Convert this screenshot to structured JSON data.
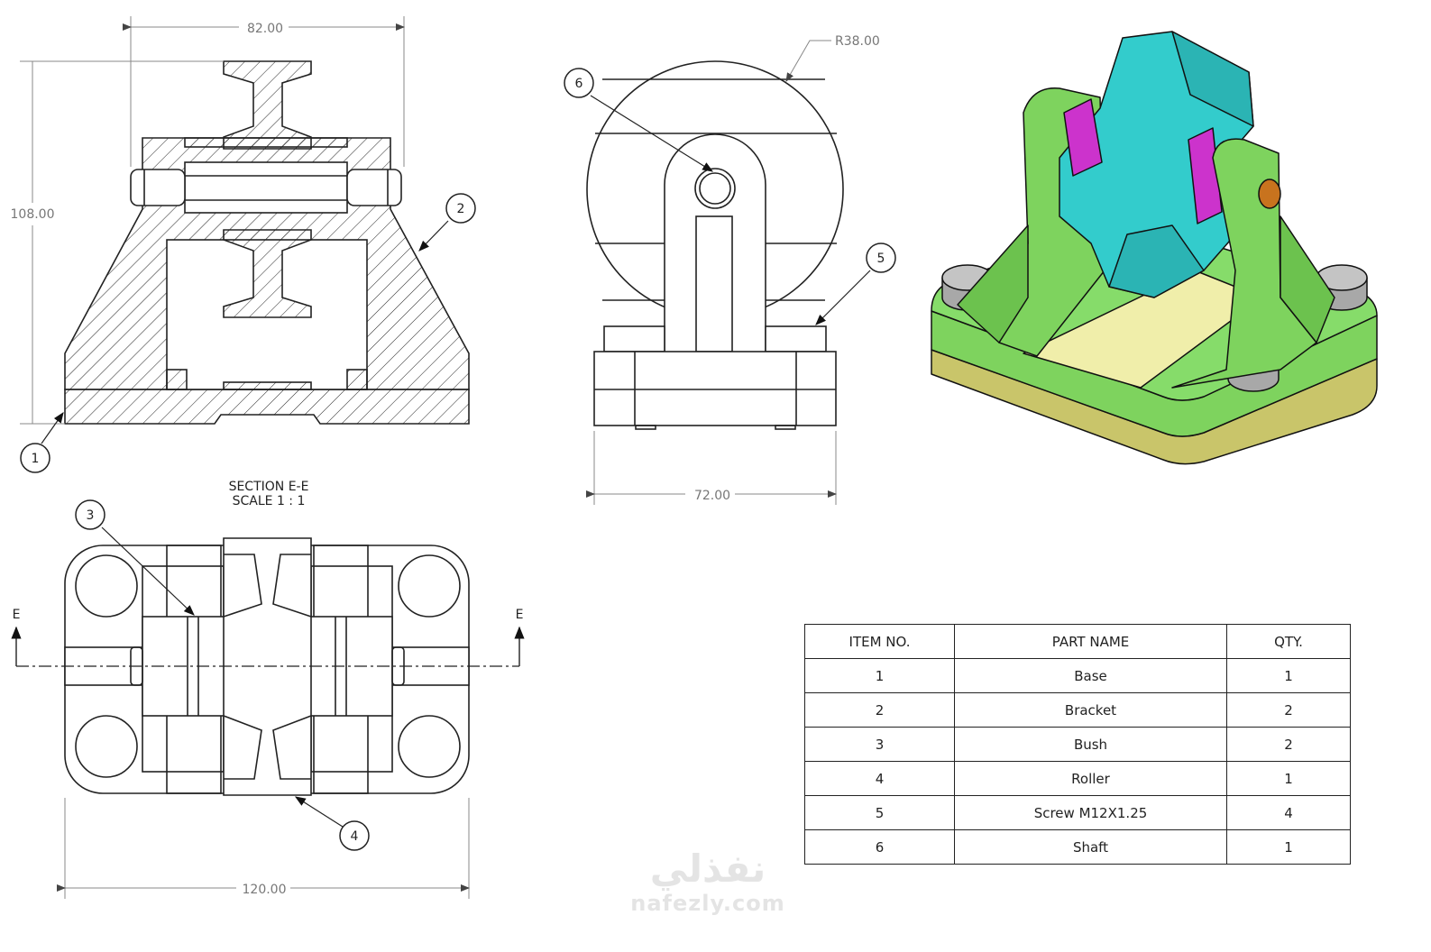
{
  "dimensions": {
    "top_width": "82.00",
    "height": "108.00",
    "radius": "R38.00",
    "side_width": "72.00",
    "plan_width": "120.00"
  },
  "section": {
    "title": "SECTION E-E",
    "scale": "SCALE 1 : 1",
    "cut_label_left": "E",
    "cut_label_right": "E"
  },
  "callouts": [
    "1",
    "2",
    "3",
    "4",
    "5",
    "6"
  ],
  "bom": {
    "headers": [
      "ITEM NO.",
      "PART NAME",
      "QTY."
    ],
    "rows": [
      {
        "item": "1",
        "name": "Base",
        "qty": "1"
      },
      {
        "item": "2",
        "name": "Bracket",
        "qty": "2"
      },
      {
        "item": "3",
        "name": "Bush",
        "qty": "2"
      },
      {
        "item": "4",
        "name": "Roller",
        "qty": "1"
      },
      {
        "item": "5",
        "name": "Screw M12X1.25",
        "qty": "4"
      },
      {
        "item": "6",
        "name": "Shaft",
        "qty": "1"
      }
    ]
  },
  "watermark": {
    "arabic": "نفذلي",
    "latin": "nafezly.com"
  },
  "colors": {
    "base": "#c9c56a",
    "bracket": "#7ed35e",
    "roller": "#33cccc",
    "bush": "#cc33cc",
    "screw_head": "#a8a8a8",
    "shaft_end": "#c8731e"
  }
}
